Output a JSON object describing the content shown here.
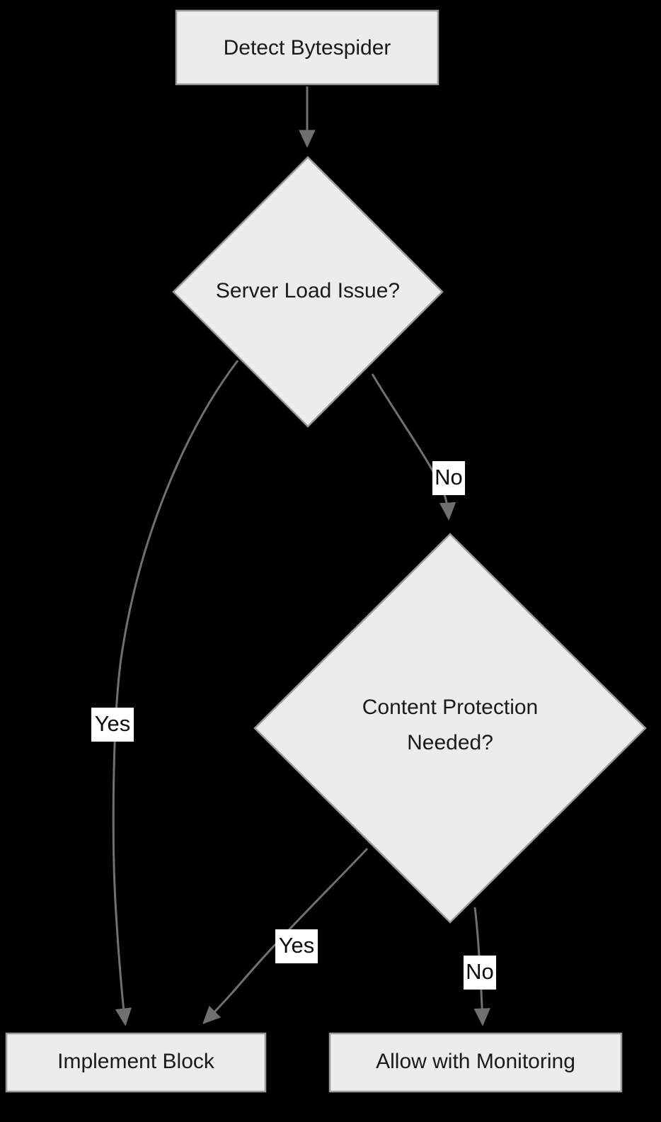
{
  "diagram": {
    "type": "flowchart",
    "title": "",
    "background_color": "#000000",
    "node_fill": "#ececec",
    "node_stroke": "#9a9a9a",
    "node_text_color": "#1a1a1a",
    "edge_color": "#707070",
    "edge_label_bg": "#ffffff",
    "nodes": [
      {
        "id": "detect",
        "shape": "rectangle",
        "label": "Detect Bytespider"
      },
      {
        "id": "load",
        "shape": "diamond",
        "label": "Server Load Issue?"
      },
      {
        "id": "content",
        "shape": "diamond",
        "label_line1": "Content Protection",
        "label_line2": "Needed?"
      },
      {
        "id": "block",
        "shape": "rectangle",
        "label": "Implement Block"
      },
      {
        "id": "allow",
        "shape": "rectangle",
        "label": "Allow with Monitoring"
      }
    ],
    "edges": [
      {
        "from": "detect",
        "to": "load",
        "label": ""
      },
      {
        "from": "load",
        "to": "block",
        "label": "Yes"
      },
      {
        "from": "load",
        "to": "content",
        "label": "No"
      },
      {
        "from": "content",
        "to": "block",
        "label": "Yes"
      },
      {
        "from": "content",
        "to": "allow",
        "label": "No"
      }
    ]
  }
}
